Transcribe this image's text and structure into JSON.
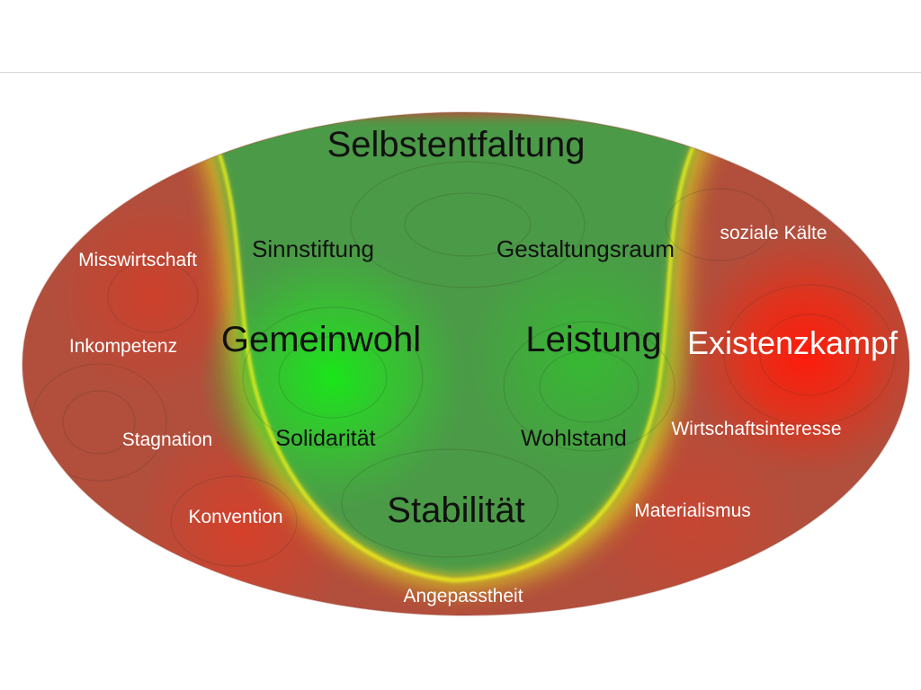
{
  "diagram": {
    "colors": {
      "green": "#19e619",
      "mid_green": "#4f9a4a",
      "yellow_band": "#f2ee1a",
      "red": "#ff1a0a",
      "muted_red": "#b0503a",
      "dark_text": "#111111",
      "light_text": "#ffffff"
    },
    "labels": {
      "selbstentfaltung": "Selbstentfaltung",
      "sinnstiftung": "Sinnstiftung",
      "gestaltungsraum": "Gestaltungsraum",
      "gemeinwohl": "Gemeinwohl",
      "leistung": "Leistung",
      "solidaritaet": "Solidarität",
      "wohlstand": "Wohlstand",
      "stabilitaet": "Stabilität",
      "misswirtschaft": "Misswirtschaft",
      "inkompetenz": "Inkompetenz",
      "stagnation": "Stagnation",
      "konvention": "Konvention",
      "angepasstheit": "Angepasstheit",
      "materialismus": "Materialismus",
      "wirtschaftsinteresse": "Wirtschaftsinteresse",
      "existenzkampf": "Existenzkampf",
      "soziale_kaelte": "soziale Kälte"
    }
  }
}
